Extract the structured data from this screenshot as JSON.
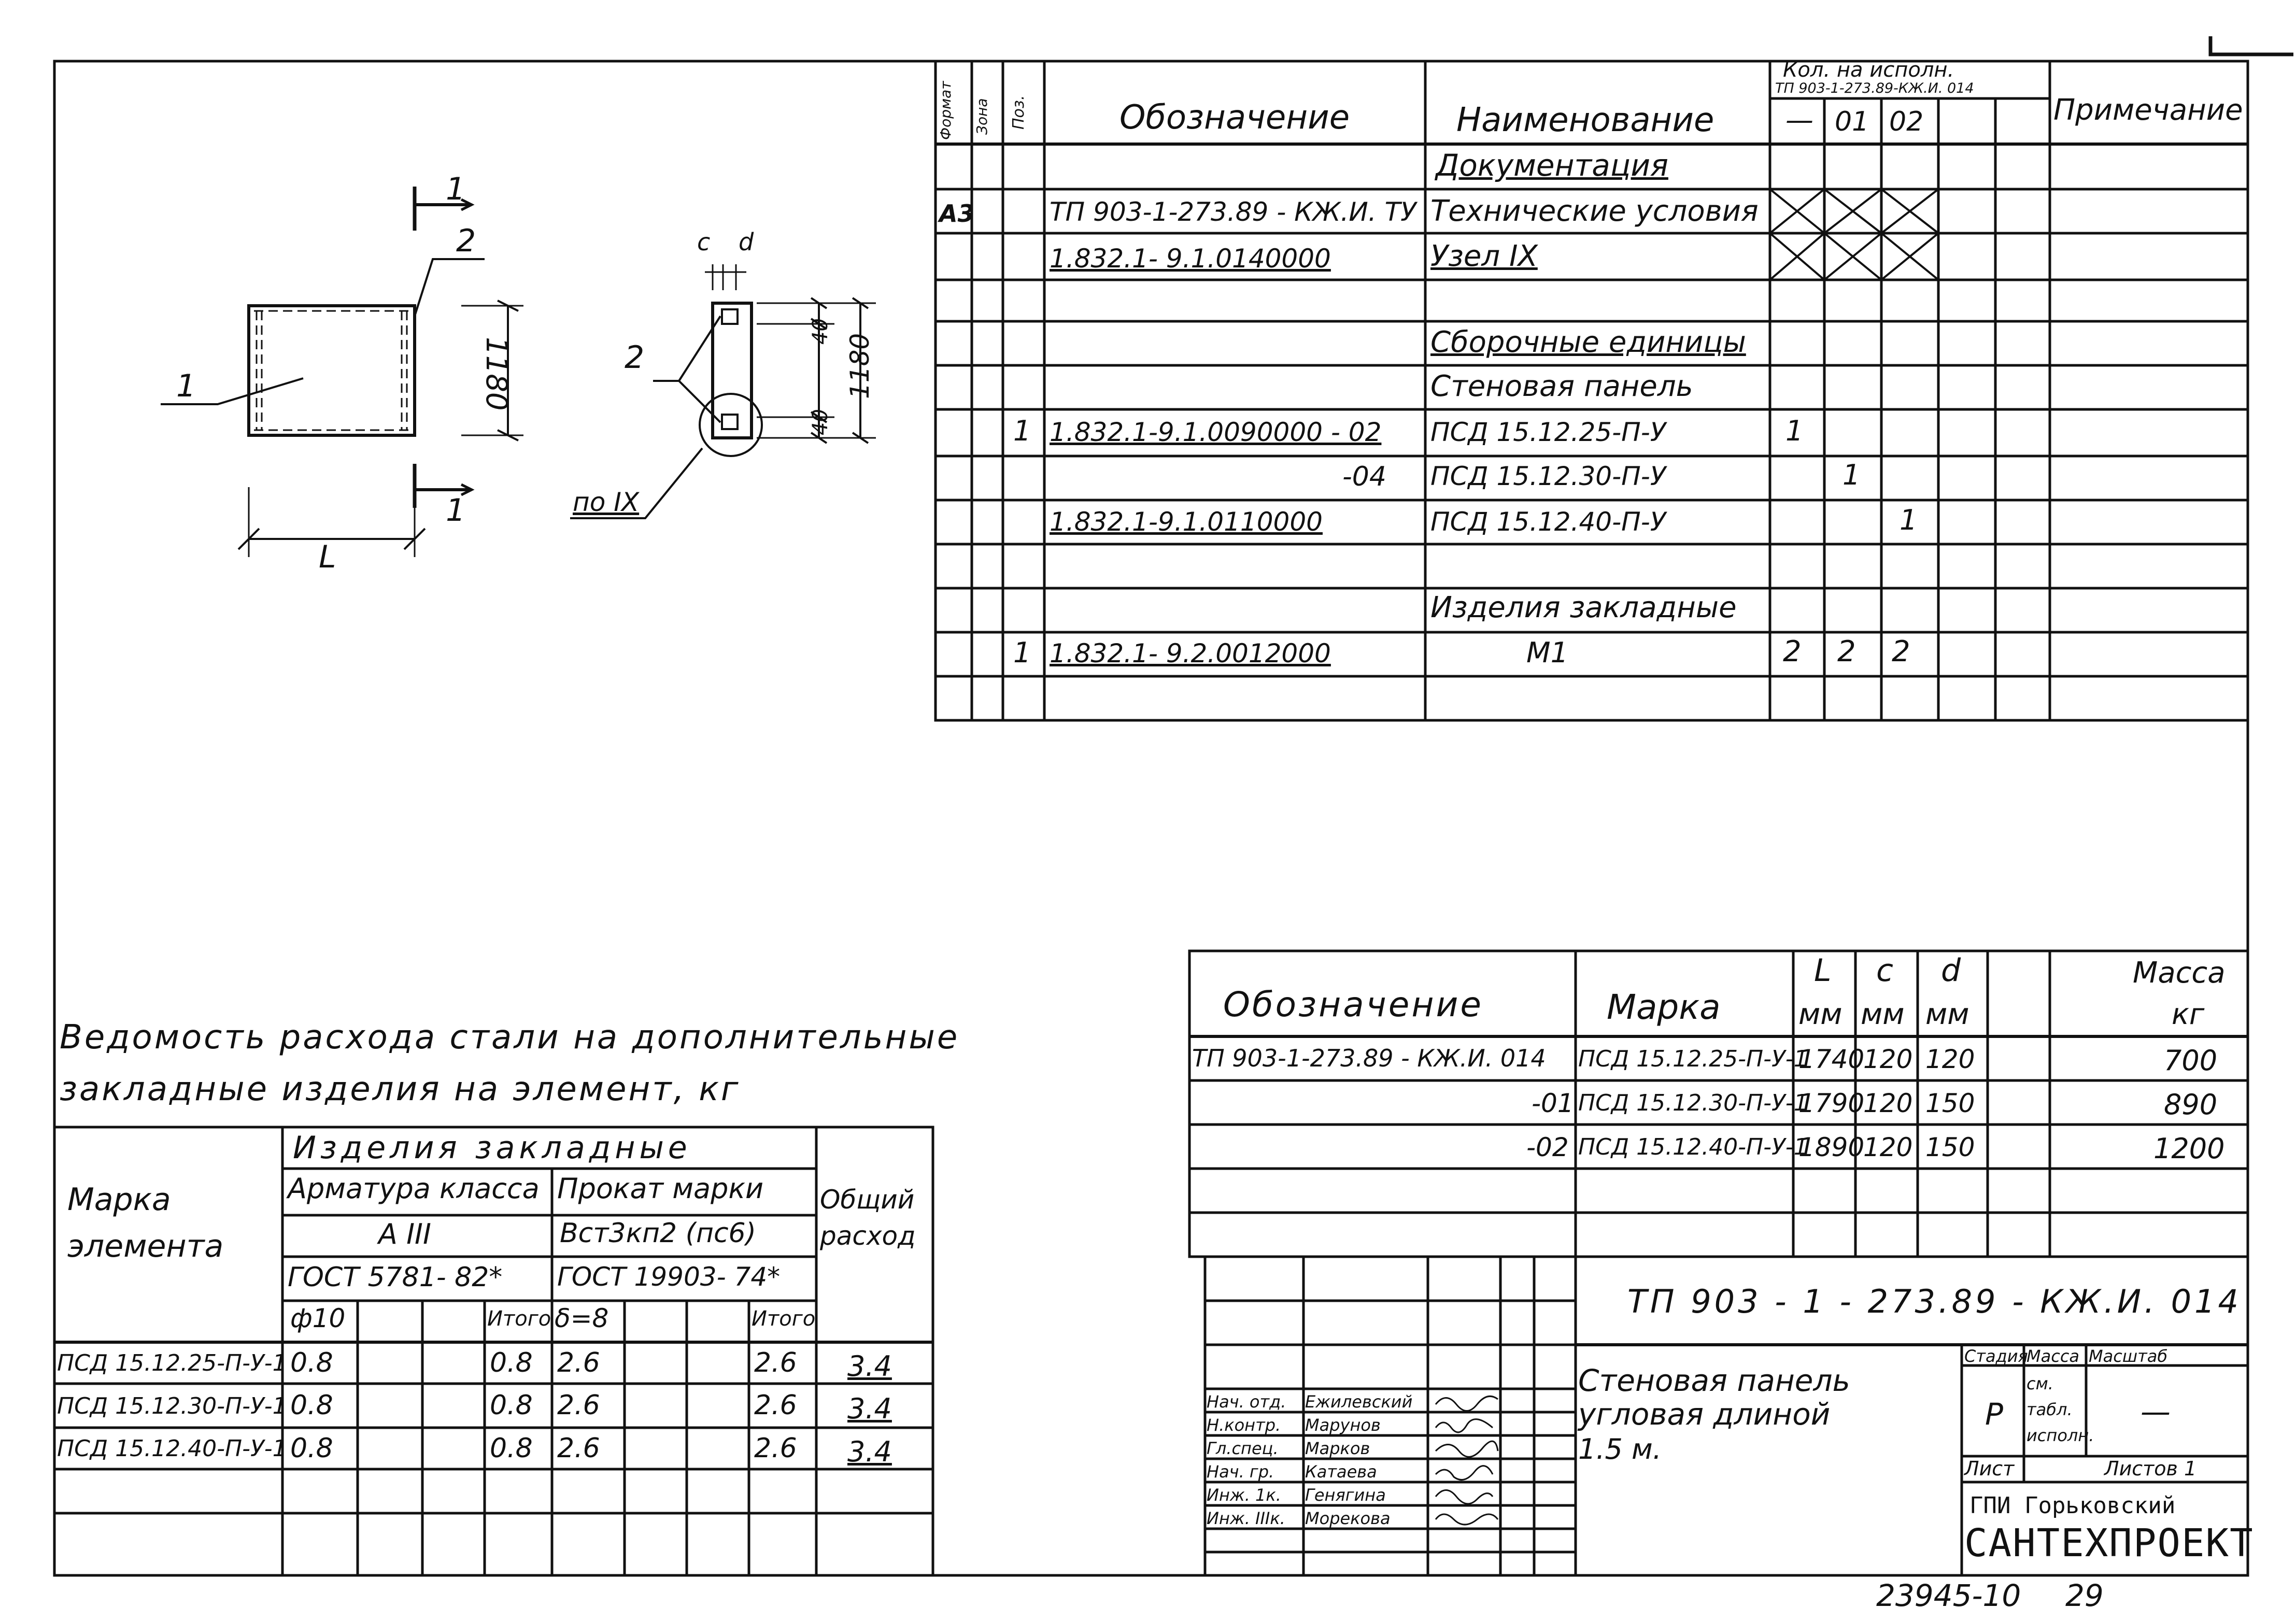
{
  "spec": {
    "headers": {
      "format": "Формат",
      "zone": "Зона",
      "pos": "Поз.",
      "designation": "Обозначение",
      "name": "Наименование",
      "qty_title": "Кол. на исполн.",
      "qty_doc": "ТП 903-1-273.89-КЖ.И. 014",
      "qty_cols": [
        "—",
        "01",
        "02"
      ],
      "note": "Примечание"
    },
    "rows": [
      {
        "format": "",
        "pos": "",
        "designation": "",
        "name": "Документация",
        "q0": "",
        "q1": "",
        "q2": ""
      },
      {
        "format": "А3",
        "pos": "",
        "designation": "ТП 903-1-273.89 - КЖ.И. ТУ",
        "name": "Технические условия",
        "q0": "",
        "q1": "",
        "q2": ""
      },
      {
        "format": "",
        "pos": "",
        "designation": "1.832.1- 9.1.0140000",
        "name": "Узел IX",
        "q0": "",
        "q1": "",
        "q2": ""
      },
      {
        "format": "",
        "pos": "",
        "designation": "",
        "name": "",
        "q0": "",
        "q1": "",
        "q2": ""
      },
      {
        "format": "",
        "pos": "",
        "designation": "",
        "name": "Сборочные единицы",
        "q0": "",
        "q1": "",
        "q2": ""
      },
      {
        "format": "",
        "pos": "",
        "designation": "",
        "name": "Стеновая панель",
        "q0": "",
        "q1": "",
        "q2": ""
      },
      {
        "format": "",
        "pos": "1",
        "designation": "1.832.1-9.1.0090000 - 02",
        "name": "ПСД 15.12.25-П-У",
        "q0": "1",
        "q1": "",
        "q2": ""
      },
      {
        "format": "",
        "pos": "",
        "designation": "-04",
        "name": "ПСД 15.12.30-П-У",
        "q0": "",
        "q1": "1",
        "q2": ""
      },
      {
        "format": "",
        "pos": "",
        "designation": "1.832.1-9.1.0110000",
        "name": "ПСД 15.12.40-П-У",
        "q0": "",
        "q1": "",
        "q2": "1"
      },
      {
        "format": "",
        "pos": "",
        "designation": "",
        "name": "",
        "q0": "",
        "q1": "",
        "q2": ""
      },
      {
        "format": "",
        "pos": "",
        "designation": "",
        "name": "Изделия закладные",
        "q0": "",
        "q1": "",
        "q2": ""
      },
      {
        "format": "",
        "pos": "1",
        "designation": "1.832.1- 9.2.0012000",
        "name": "М1",
        "q0": "2",
        "q1": "2",
        "q2": "2"
      },
      {
        "format": "",
        "pos": "",
        "designation": "",
        "name": "",
        "q0": "",
        "q1": "",
        "q2": ""
      }
    ]
  },
  "drawing": {
    "section_mark": "1",
    "pos2": "2",
    "pos1": "1",
    "dim_height": "1180",
    "dim_length": "L",
    "dim_40_top": "40",
    "dim_40_bottom": "40",
    "dim_1180_right": "1180",
    "label_c": "c",
    "label_d": "d",
    "node_ref": "по IX"
  },
  "steel": {
    "title_line1": "Ведомость расхода стали на дополнительные",
    "title_line2": "закладные изделия на элемент, кг",
    "h_mark": "Марка элемента",
    "h_items": "Изделия закладные",
    "h_rebar": "Арматура класса",
    "h_rebar_class": "А III",
    "h_rebar_gost": "ГОСТ 5781- 82*",
    "h_rolled": "Прокат марки",
    "h_rolled_grade": "Вст3кп2 (пс6)",
    "h_rolled_gost": "ГОСТ 19903- 74*",
    "h_total": "Общий расход",
    "h_phi10": "ф10",
    "h_itogo1": "Итого",
    "h_delta": "δ=8",
    "h_itogo2": "Итого",
    "rows": [
      {
        "mark": "ПСД 15.12.25-П-У-1",
        "phi10": "0.8",
        "itogo1": "0.8",
        "delta": "2.6",
        "itogo2": "2.6",
        "total": "3.4"
      },
      {
        "mark": "ПСД 15.12.30-П-У-1",
        "phi10": "0.8",
        "itogo1": "0.8",
        "delta": "2.6",
        "itogo2": "2.6",
        "total": "3.4"
      },
      {
        "mark": "ПСД 15.12.40-П-У-1",
        "phi10": "0.8",
        "itogo1": "0.8",
        "delta": "2.6",
        "itogo2": "2.6",
        "total": "3.4"
      }
    ]
  },
  "params": {
    "h_designation": "Обозначение",
    "h_mark": "Марка",
    "h_L": "L",
    "h_c": "c",
    "h_d": "d",
    "h_mm": "мм",
    "h_mass": "Масса",
    "h_kg": "кг",
    "rows": [
      {
        "designation": "ТП 903-1-273.89 - КЖ.И. 014",
        "mark": "ПСД 15.12.25-П-У-1",
        "L": "1740",
        "c": "120",
        "d": "120",
        "mass": "700"
      },
      {
        "designation": "-01",
        "mark": "ПСД 15.12.30-П-У-1",
        "L": "1790",
        "c": "120",
        "d": "150",
        "mass": "890"
      },
      {
        "designation": "-02",
        "mark": "ПСД 15.12.40-П-У-1",
        "L": "1890",
        "c": "120",
        "d": "150",
        "mass": "1200"
      }
    ]
  },
  "titleblock": {
    "code": "ТП 903 - 1 - 273.89 - КЖ.И. 014",
    "title_line1": "Стеновая панель",
    "title_line2": "угловая длиной",
    "title_line3": "1.5 м.",
    "stage_h": "Стадия",
    "mass_h": "Масса",
    "scale_h": "Масштаб",
    "stage": "Р",
    "mass": "см. табл. исполн.",
    "scale": "—",
    "sheet_h": "Лист",
    "sheets_h": "Листов 1",
    "org1": "ГПИ Горьковский",
    "org2": "САНТЕХПРОЕКТ",
    "signers": [
      {
        "role": "Нач. отд.",
        "name": "Ежилевский"
      },
      {
        "role": "Н.контр.",
        "name": "Марунов"
      },
      {
        "role": "Гл.спец.",
        "name": "Марков"
      },
      {
        "role": "Нач. гр.",
        "name": "Катаева"
      },
      {
        "role": "Инж. 1к.",
        "name": "Генягина"
      },
      {
        "role": "Инж. IIIк.",
        "name": "Морекова"
      }
    ]
  },
  "footer": {
    "number": "23945-10",
    "page": "29"
  }
}
